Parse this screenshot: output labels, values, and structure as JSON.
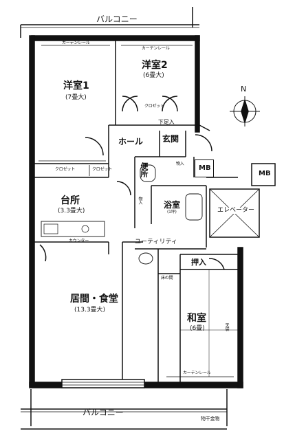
{
  "balcony_top": "バルコニー",
  "balcony_bottom": "バルコニー",
  "north": "N",
  "rooms": {
    "youshitsu1": {
      "name": "洋室1",
      "size": "(7畳大)"
    },
    "youshitsu2": {
      "name": "洋室2",
      "size": "(6畳大)"
    },
    "hall": {
      "name": "ホール"
    },
    "genkan": {
      "name": "玄関"
    },
    "benjo": {
      "name": "便所"
    },
    "yokushitsu": {
      "name": "浴室",
      "note": "(1坪)"
    },
    "daidokoro": {
      "name": "台所",
      "size": "(3.3畳大)"
    },
    "utility": {
      "name": "ユーティリティ"
    },
    "ima": {
      "name": "居間・食堂",
      "size": "(13.3畳大)"
    },
    "washitsu": {
      "name": "和室",
      "size": "(6畳)"
    },
    "elevator": {
      "name": "エレベーター"
    }
  },
  "labels": {
    "curtain_rail": "カーテンレール",
    "curtain_rail2": "カーテンレール",
    "curtain_rail3": "カーテンレール",
    "closet1": "クロゼット",
    "closet2": "クロゼット",
    "closet3": "クロゼット",
    "shoe": "下足入",
    "storage1": "物入",
    "storage2": "物入",
    "mb1": "MB",
    "mb2": "MB",
    "oshiire": "押入",
    "counter": "カウンター",
    "tokonoma": "床の間",
    "tenbukuro": "天袋",
    "plate": "物干金物"
  }
}
